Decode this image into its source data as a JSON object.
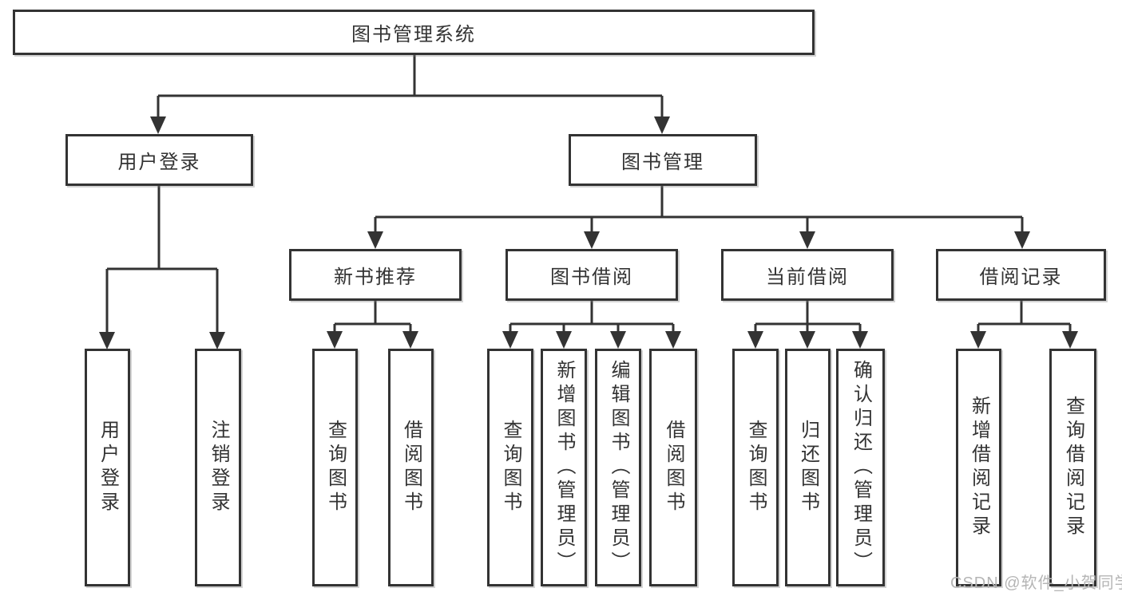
{
  "diagram": {
    "title": "图书管理系统",
    "type": "hierarchy-tree",
    "colors": {
      "line": "#333333",
      "border": "#333333",
      "text": "#333333",
      "background": "#ffffff",
      "watermark": "#b5b5b5"
    },
    "nodes": {
      "root": {
        "label": "图书管理系统",
        "level": 1
      },
      "user_login": {
        "label": "用户登录",
        "level": 2,
        "parent": "root"
      },
      "book_mgmt": {
        "label": "图书管理",
        "level": 2,
        "parent": "root"
      },
      "new_rec": {
        "label": "新书推荐",
        "level": 3,
        "parent": "book_mgmt"
      },
      "borrow": {
        "label": "图书借阅",
        "level": 3,
        "parent": "book_mgmt"
      },
      "current": {
        "label": "当前借阅",
        "level": 3,
        "parent": "book_mgmt"
      },
      "records": {
        "label": "借阅记录",
        "level": 3,
        "parent": "book_mgmt"
      },
      "l_user_login": {
        "label": "用户登录",
        "level": 4,
        "parent": "user_login"
      },
      "l_logout": {
        "label": "注销登录",
        "level": 4,
        "parent": "user_login"
      },
      "l_query1": {
        "label": "查询图书",
        "level": 4,
        "parent": "new_rec"
      },
      "l_borrow1": {
        "label": "借阅图书",
        "level": 4,
        "parent": "new_rec"
      },
      "l_query2": {
        "label": "查询图书",
        "level": 4,
        "parent": "borrow"
      },
      "l_add_book": {
        "label": "新增图书（管理员）",
        "level": 4,
        "parent": "borrow"
      },
      "l_edit_book": {
        "label": "编辑图书（管理员）",
        "level": 4,
        "parent": "borrow"
      },
      "l_borrow2": {
        "label": "借阅图书",
        "level": 4,
        "parent": "borrow"
      },
      "l_query3": {
        "label": "查询图书",
        "level": 4,
        "parent": "current"
      },
      "l_return": {
        "label": "归还图书",
        "level": 4,
        "parent": "current"
      },
      "l_confirm": {
        "label": "确认归还（管理员）",
        "level": 4,
        "parent": "current"
      },
      "l_add_record": {
        "label": "新增借阅记录",
        "level": 4,
        "parent": "records"
      },
      "l_query_record": {
        "label": "查询借阅记录",
        "level": 4,
        "parent": "records"
      }
    },
    "watermark": "CSDN @软件_小贺同学"
  }
}
